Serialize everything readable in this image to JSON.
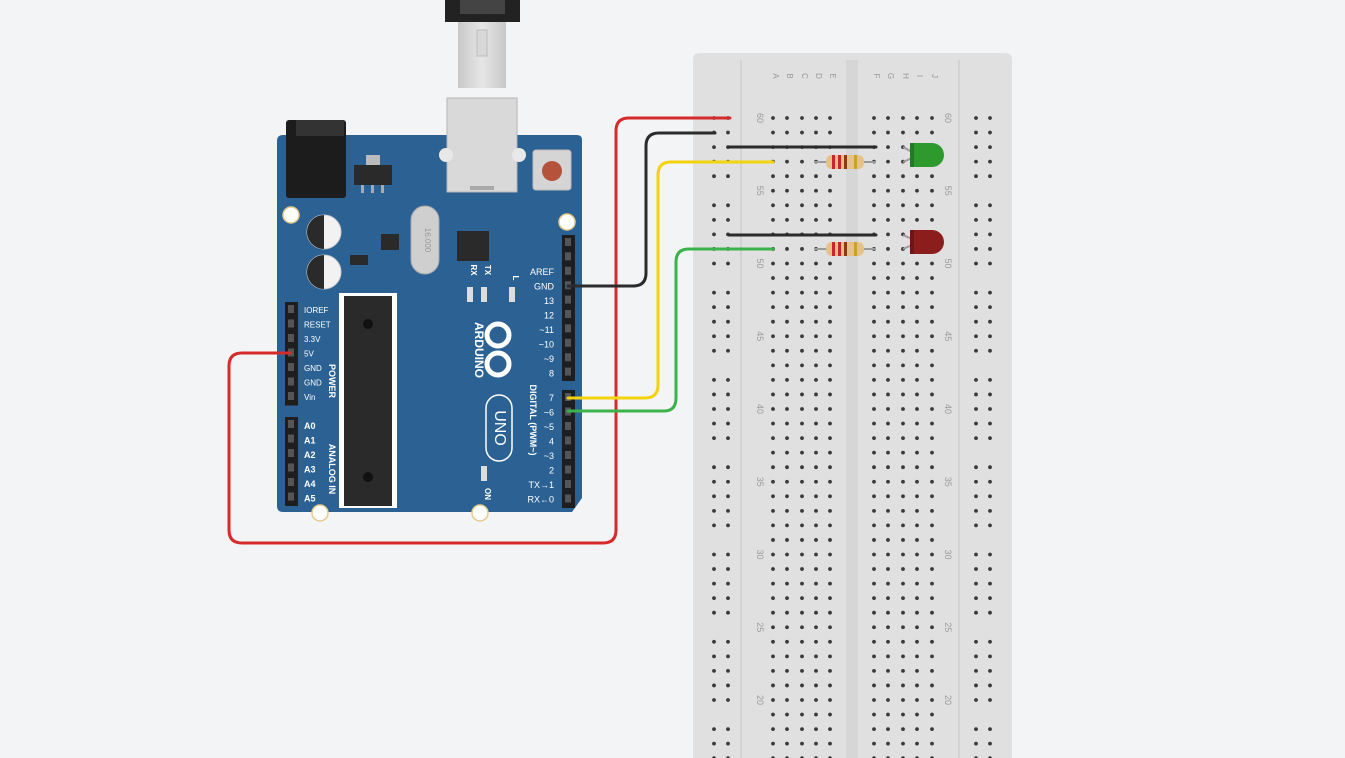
{
  "board": {
    "brand": "ARDUINO",
    "model": "UNO",
    "crystal_label": "16.000",
    "led_labels": [
      "RX",
      "TX",
      "L"
    ],
    "on_label": "ON",
    "power_section_label": "POWER",
    "analog_section_label": "ANALOG IN",
    "digital_section_label": "DIGITAL (PWM~)",
    "power_pins": [
      "IOREF",
      "RESET",
      "3.3V",
      "5V",
      "GND",
      "GND",
      "Vin"
    ],
    "analog_pins": [
      "A0",
      "A1",
      "A2",
      "A3",
      "A4",
      "A5"
    ],
    "top_header_pins": [
      "AREF",
      "GND",
      "13",
      "12",
      "~11",
      "~10",
      "~9",
      "8"
    ],
    "bottom_header_pins": [
      "7",
      "~6",
      "~5",
      "4",
      "~3",
      "2",
      "TX→1",
      "RX←0"
    ],
    "colors": {
      "pcb": "#2c6293",
      "header": "#1e1e1e",
      "chip": "#2a2a2a"
    }
  },
  "breadboard": {
    "columns_left": [
      "A",
      "B",
      "C",
      "D",
      "E"
    ],
    "columns_right": [
      "F",
      "G",
      "H",
      "I",
      "J"
    ],
    "row_numbers": [
      "60",
      "55",
      "50",
      "45",
      "40",
      "35",
      "30",
      "25",
      "20"
    ],
    "colors": {
      "body": "#e2e2e2",
      "hole": "#3a3a3a"
    }
  },
  "components": {
    "leds": [
      {
        "name": "green-led",
        "color": "#2e9a2e"
      },
      {
        "name": "red-led",
        "color": "#8b1d1d"
      }
    ],
    "resistors": [
      {
        "name": "resistor-1"
      },
      {
        "name": "resistor-2"
      }
    ]
  },
  "wires": {
    "colors": {
      "power": "#d62b2b",
      "ground": "#2b2b2b",
      "signal_yellow": "#f5d20e",
      "signal_green": "#3cb34a"
    }
  }
}
